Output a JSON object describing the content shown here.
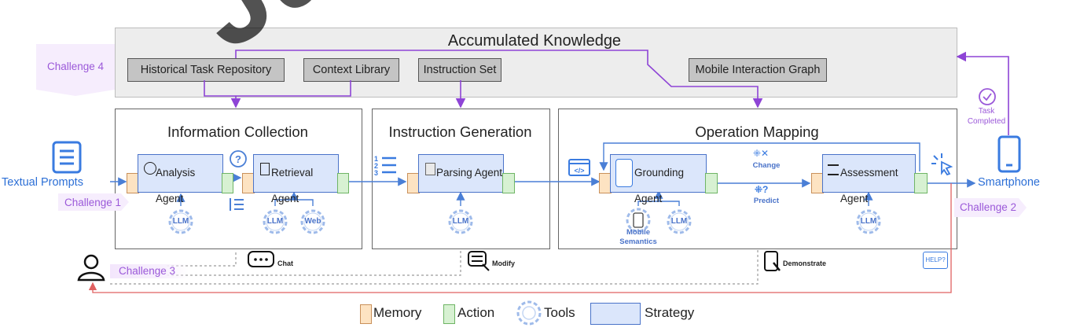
{
  "accumulated_knowledge": {
    "title": "Accumulated Knowledge",
    "boxes": [
      "Historical Task Repository",
      "Context Library",
      "Instruction Set",
      "Mobile Interaction Graph"
    ]
  },
  "challenges": {
    "c1": "Challenge 1",
    "c2": "Challenge 2",
    "c3": "Challenge 3",
    "c4": "Challenge 4"
  },
  "io": {
    "input": "Textual Prompts",
    "output": "Smartphone",
    "task_completed": [
      "Task",
      "Completed"
    ]
  },
  "panels": {
    "info": {
      "title": "Information Collection",
      "analysis_agent": "Analysis Agent",
      "retrieval_agent": "Retrieval Agent",
      "tools": [
        "LLM",
        "LLM",
        "Web"
      ]
    },
    "instr": {
      "title": "Instruction Generation",
      "parsing_agent": "Parsing Agent",
      "tools": [
        "LLM"
      ]
    },
    "op": {
      "title": "Operation Mapping",
      "grounding_agent": "Grounding Agent",
      "assessment_agent": "Assessment Agent",
      "change": "Change",
      "predict": "Predict",
      "mobile_semantics": [
        "Mobile",
        "Semantics"
      ],
      "tools": [
        "LLM",
        "LLM"
      ]
    }
  },
  "feedback": {
    "chat": "Chat",
    "modify": "Modify",
    "demonstrate": "Demonstrate",
    "help": "HELP?"
  },
  "legend": [
    "Memory",
    "Action",
    "Tools",
    "Strategy"
  ],
  "watermark": "Just"
}
